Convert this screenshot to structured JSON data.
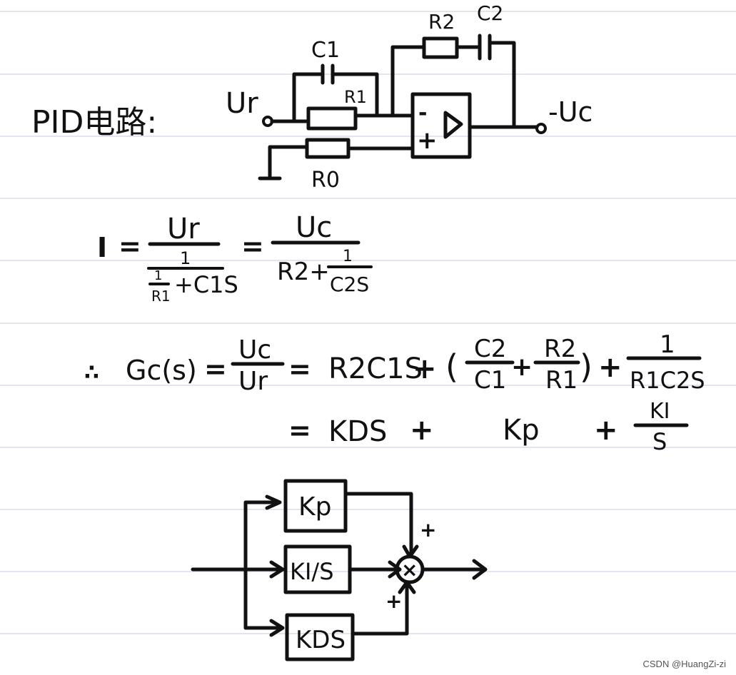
{
  "heading": "PID电路:",
  "circuit": {
    "input_label": "Ur",
    "output_label": "-Uc",
    "c1_label": "C1",
    "r1_label": "R1",
    "r2_label": "R2",
    "c2_label": "C2",
    "r0_label": "R0",
    "minus_sign": "-",
    "plus_sign": "+"
  },
  "equation_current": {
    "lhs": "I",
    "eq1": "=",
    "frac1_num": "Ur",
    "frac1_den_num": "1",
    "frac1_den_den_num": "1",
    "frac1_den_den_den": "R1",
    "frac1_den_tail": "+C1S",
    "eq2": "=",
    "frac2_num": "Uc",
    "frac2_den_head": "R2+",
    "frac2_den_sub_num": "1",
    "frac2_den_sub_den": "C2S"
  },
  "equation_transfer": {
    "therefore": "∴",
    "lhs": "Gc(s)",
    "eq1": "=",
    "ratio_num": "Uc",
    "ratio_den": "Ur",
    "eq2": "=",
    "term1": "R2C1S",
    "plus1": "+",
    "paren_open": "(",
    "f1_num": "C2",
    "f1_den": "C1",
    "inner_plus": "+",
    "f2_num": "R2",
    "f2_den": "R1",
    "paren_close": ")",
    "plus2": "+",
    "f3_num": "1",
    "f3_den": "R1C2S"
  },
  "equation_gains": {
    "eq": "=",
    "term1": "KDS",
    "plus1": "+",
    "term2": "Kp",
    "plus2": "+",
    "f_num": "KI",
    "f_den": "S"
  },
  "block_diagram": {
    "block_p": "Kp",
    "block_i": "KI/S",
    "block_d": "KDS",
    "sum_symbol": "×",
    "sign_top": "+",
    "sign_bottom": "+"
  },
  "watermark": "CSDN @HuangZi-zi"
}
